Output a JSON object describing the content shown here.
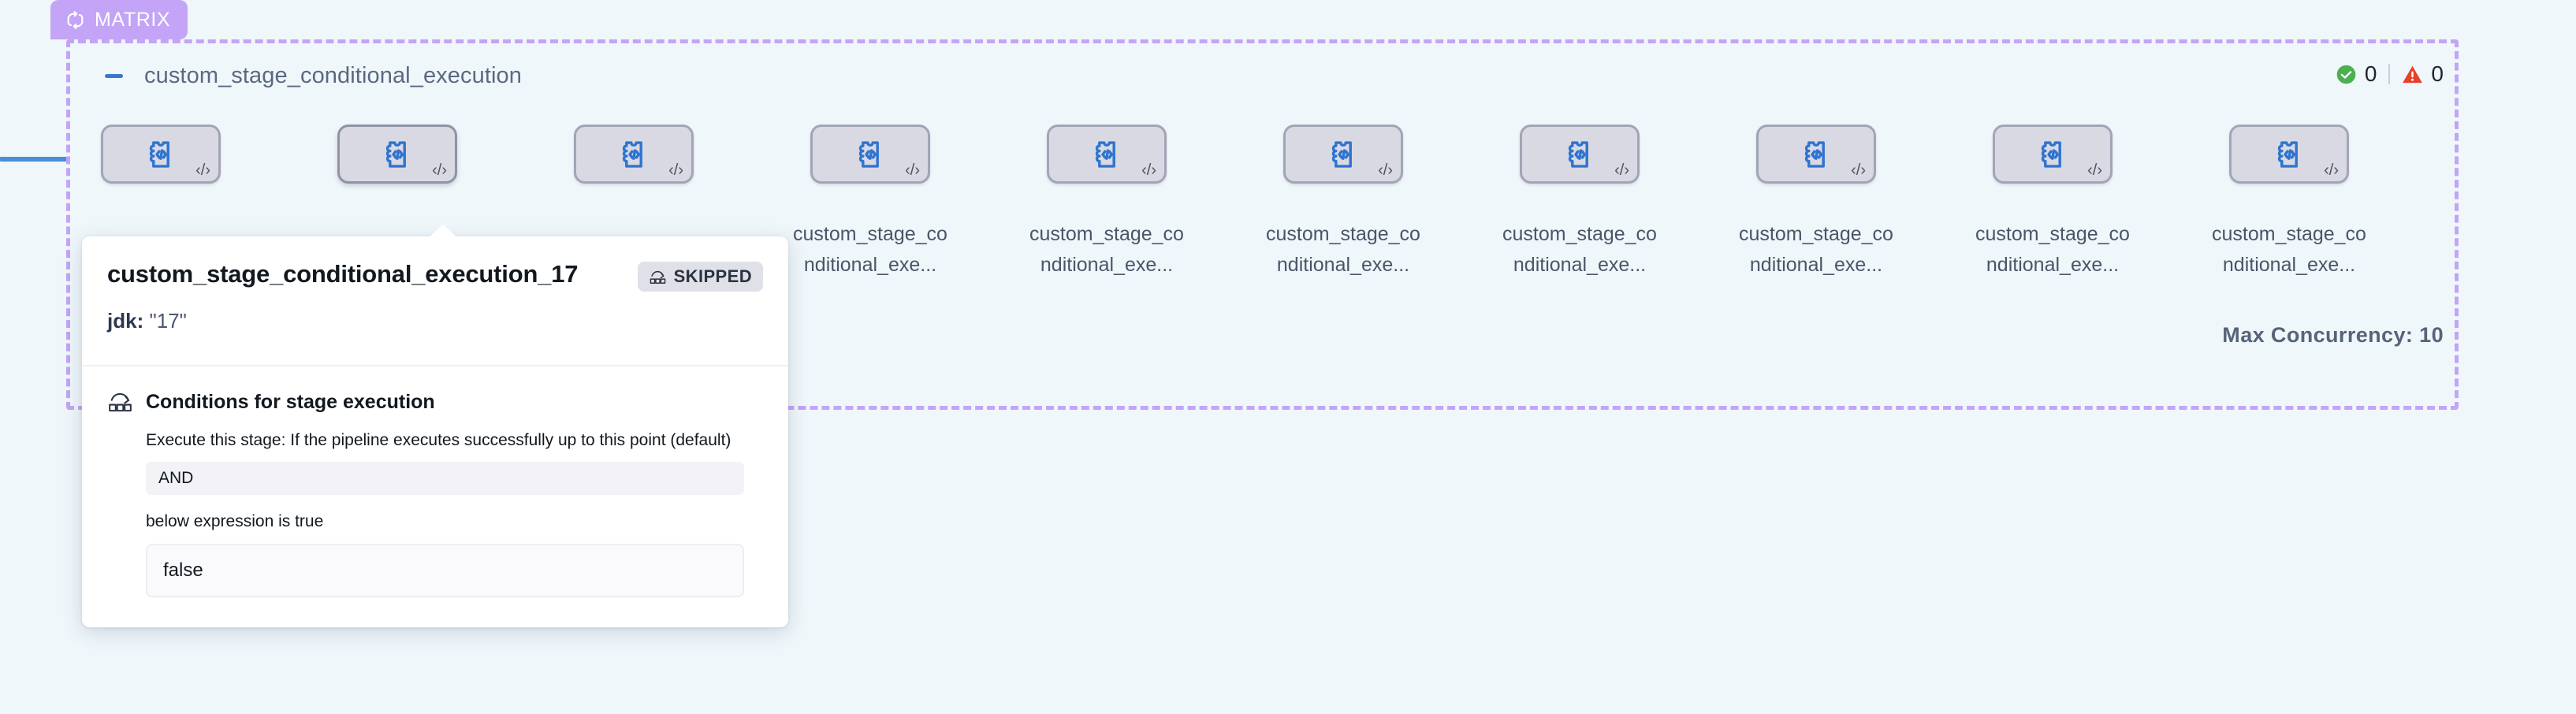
{
  "theme": {
    "canvas_bg": "#eff7fb",
    "matrix_accent": "#c3a4f7",
    "connector_blue": "#4a8ed9",
    "node_fill": "#d8d9e3",
    "node_border": "#a3a4b5",
    "glyph_blue": "#2f74d0",
    "success_green": "#4caf50",
    "warn_red": "#e8402a"
  },
  "matrix": {
    "badge_label": "MATRIX",
    "badge_icon": "loop-icon",
    "collapse_icon": "minus-icon",
    "title": "custom_stage_conditional_execution",
    "max_concurrency_label": "Max Concurrency: 10",
    "status": {
      "success_icon": "check-circle-icon",
      "success_count": "0",
      "warning_icon": "warning-triangle-icon",
      "warning_count": "0"
    }
  },
  "nodes": [
    {
      "label": "custom_stage_conditional_exe...",
      "label_visible": false,
      "icon": "custom-stage-icon",
      "corner_icon": "code-icon",
      "selected": false
    },
    {
      "label": "custom_stage_conditional_exe...",
      "label_visible": false,
      "icon": "custom-stage-icon",
      "corner_icon": "code-icon",
      "selected": true
    },
    {
      "label": "custom_stage_conditional_exe...",
      "label_visible": false,
      "icon": "custom-stage-icon",
      "corner_icon": "code-icon",
      "selected": false
    },
    {
      "label": "custom_stage_conditional_exe...",
      "label_visible": true,
      "icon": "custom-stage-icon",
      "corner_icon": "code-icon",
      "selected": false
    },
    {
      "label": "custom_stage_conditional_exe...",
      "label_visible": true,
      "icon": "custom-stage-icon",
      "corner_icon": "code-icon",
      "selected": false
    },
    {
      "label": "custom_stage_conditional_exe...",
      "label_visible": true,
      "icon": "custom-stage-icon",
      "corner_icon": "code-icon",
      "selected": false
    },
    {
      "label": "custom_stage_conditional_exe...",
      "label_visible": true,
      "icon": "custom-stage-icon",
      "corner_icon": "code-icon",
      "selected": false
    },
    {
      "label": "custom_stage_conditional_exe...",
      "label_visible": true,
      "icon": "custom-stage-icon",
      "corner_icon": "code-icon",
      "selected": false
    },
    {
      "label": "custom_stage_conditional_exe...",
      "label_visible": true,
      "icon": "custom-stage-icon",
      "corner_icon": "code-icon",
      "selected": false
    },
    {
      "label": "custom_stage_conditional_exe...",
      "label_visible": true,
      "icon": "custom-stage-icon",
      "corner_icon": "code-icon",
      "selected": false
    }
  ],
  "tooltip": {
    "title": "custom_stage_conditional_execution_17",
    "status_badge": {
      "icon": "skip-icon",
      "label": "SKIPPED"
    },
    "meta_key": "jdk:",
    "meta_value": "\"17\"",
    "section": {
      "icon": "conditions-icon",
      "title": "Conditions for stage execution",
      "subtitle": "Execute this stage: If the pipeline executes successfully up to this point (default)",
      "operator": "AND",
      "note": "below expression is true",
      "expression": "false"
    }
  }
}
